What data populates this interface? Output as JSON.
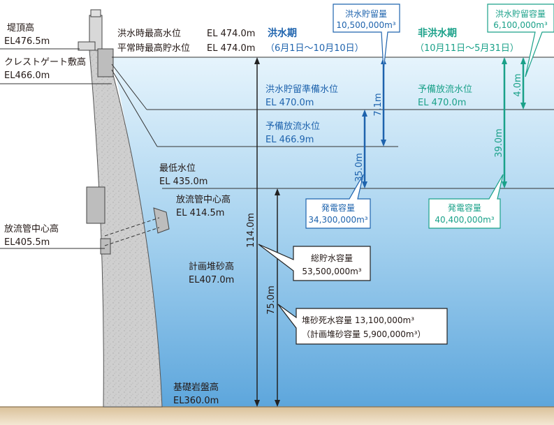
{
  "left_labels": {
    "crest_height_title": "堤頂高",
    "crest_height_value": "EL476.5m",
    "crest_gate_title": "クレストゲート敷高",
    "crest_gate_value": "EL466.0m",
    "outlet_center_title": "放流管中心高",
    "outlet_center_value": "EL405.5m"
  },
  "top_levels": {
    "flood_max_label": "洪水時最高水位",
    "flood_max_value": "EL 474.0m",
    "normal_max_label": "平常時最高貯水位",
    "normal_max_value": "EL 474.0m"
  },
  "flood_period": {
    "title": "洪水期",
    "dates": "（6月1日～10月10日）"
  },
  "non_flood_period": {
    "title": "非洪水期",
    "dates": "（10月11日～5月31日）"
  },
  "flood_storage_box": {
    "title": "洪水貯留量",
    "value": "10,500,000m³"
  },
  "flood_storage_box_nf": {
    "title": "洪水貯留容量",
    "value": "6,100,000m³"
  },
  "prep_level": {
    "title": "洪水貯留準備水位",
    "value": "EL 470.0m"
  },
  "reserve_level_nf": {
    "title": "予備放流水位",
    "value": "EL 470.0m"
  },
  "reserve_level": {
    "title": "予備放流水位",
    "value": "EL 466.9m"
  },
  "min_level": {
    "title": "最低水位",
    "value": "EL 435.0m"
  },
  "outlet_pipe": {
    "title": "放流管中心高",
    "value": "EL 414.5m"
  },
  "sediment_plan": {
    "title": "計画堆砂高",
    "value": "EL407.0m"
  },
  "bedrock": {
    "title": "基礎岩盤高",
    "value": "EL360.0m"
  },
  "depths": {
    "d71": "7.1m",
    "d350": "35.0m",
    "d40": "4.0m",
    "d390": "39.0m",
    "d1140": "114.0m",
    "d750": "75.0m"
  },
  "power_box": {
    "title": "発電容量",
    "value": "34,300,000m³"
  },
  "power_box_nf": {
    "title": "発電容量",
    "value": "40,400,000m³"
  },
  "total_box": {
    "title": "総貯水容量",
    "value": "53,500,000m³"
  },
  "dead_box": {
    "line1": "堆砂死水容量 13,100,000m³",
    "line2": "（計画堆砂容量 5,900,000m³）"
  },
  "colors": {
    "water_top": "#e3f2fb",
    "water_bottom": "#6aaede",
    "flood_blue": "#1e63ad",
    "teal": "#1aa189",
    "dam_gray": "#c8c8c8",
    "ground": "#e8d6b6"
  }
}
